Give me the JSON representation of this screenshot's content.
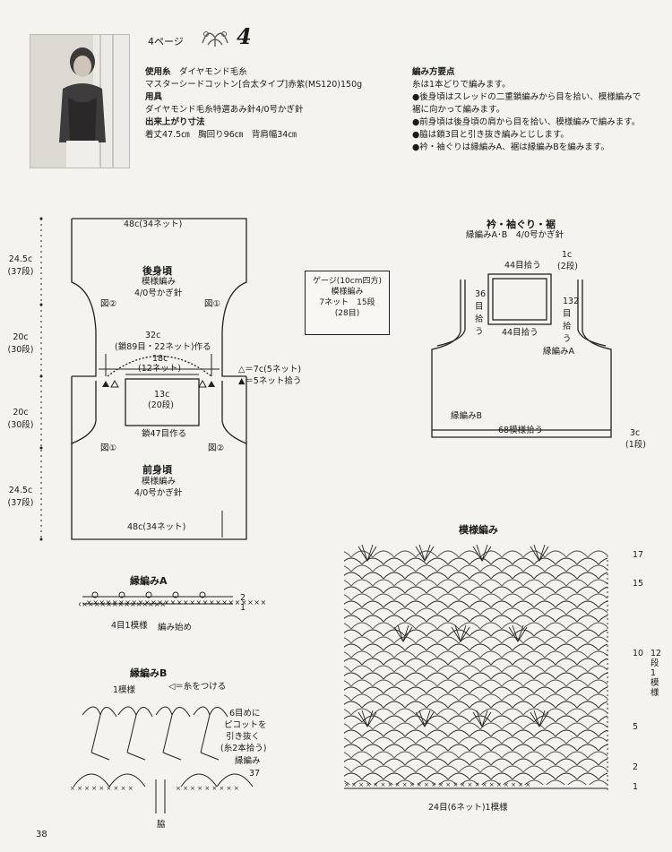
{
  "header": {
    "page_label": "4ページ",
    "pattern_number": "4"
  },
  "materials": {
    "yarn_heading": "使用糸",
    "yarn_brand": "ダイヤモンド毛糸",
    "yarn_detail": "マスターシードコットン[合太タイプ]赤紫(MS120)150g",
    "tools_heading": "用具",
    "tools_detail": "ダイヤモンド毛糸特選あみ針4/0号かぎ針",
    "size_heading": "出来上がり寸法",
    "size_detail": "着丈47.5㎝　胸回り96㎝　背肩幅34㎝"
  },
  "instructions": {
    "heading": "編み方要点",
    "lines": [
      "糸は1本どりで編みます。",
      "●後身頃はスレッドの二重鎖編みから目を拾い、模様編みで裾に向かって編みます。",
      "●前身頃は後身頃の肩から目を拾い、模様編みで編みます。",
      "●脇は鎖3目と引き抜き編みとじします。",
      "●衿・袖ぐりは縁編みA、裾は縁編みBを編みます。"
    ]
  },
  "body_diagram": {
    "top_width": "48c(34ネット)",
    "back_title": "後身頃",
    "back_stitch": "模様編み",
    "back_hook": "4/0号かぎ針",
    "fig2_left": "図②",
    "fig1_right": "図①",
    "neck_width": "32c",
    "neck_chain": "(鎖89目・22ネット)作る",
    "neck_inner": "18c",
    "neck_inner_net": "(12ネット)",
    "center_h": "13c",
    "center_rows": "(20段)",
    "chain47": "鎖47目作る",
    "fig1_left": "図①",
    "fig2_right": "図②",
    "front_title": "前身頃",
    "front_stitch": "模様編み",
    "front_hook": "4/0号かぎ針",
    "bottom_width": "48c(34ネット)",
    "dim1": "24.5c",
    "dim1_rows": "(37段)",
    "dim2": "20c",
    "dim2_rows": "(30段)",
    "dim3": "20c",
    "dim3_rows": "(30段)",
    "dim4": "24.5c",
    "dim4_rows": "(37段)",
    "legend_open": "△＝7c(5ネット)",
    "legend_filled": "▲＝5ネット拾う"
  },
  "gauge": {
    "line1": "ゲージ(10cm四方)",
    "line2": "模様編み",
    "line3": "7ネット　15段",
    "line4": "(28目)"
  },
  "edging_diagram": {
    "title": "衿・袖ぐり・裾",
    "subtitle": "縁編みA･B　4/0号かぎ針",
    "top_pick": "44目拾う",
    "side_pick_a": "36目拾う",
    "bottom_pick": "44目拾う",
    "right_1c": "1c",
    "right_rows": "(2段)",
    "right_pick": "132目拾う",
    "edging_a": "縁編みA",
    "edging_b": "縁編みB",
    "hem_pick": "68模様拾う",
    "hem_3c": "3c",
    "hem_rows": "(1段)"
  },
  "edging_a": {
    "title": "縁編みA",
    "row2": "2",
    "row1": "1",
    "repeat": "4目1模様",
    "start": "編み始め"
  },
  "edging_b": {
    "title": "縁編みB",
    "repeat": "1模様",
    "attach": "◁＝糸をつける",
    "note1": "6目めに",
    "note2": "ピコットを",
    "note3": "引き抜く",
    "note4": "(糸2本拾う)",
    "edging_a_ref": "縁編み",
    "row37": "37",
    "side": "脇"
  },
  "pattern_chart": {
    "title": "模様編み",
    "row17": "17",
    "row15": "15",
    "row10": "10",
    "row5": "5",
    "row2": "2",
    "row1": "1",
    "repeat_rows": "12段1模様",
    "repeat_width": "24目(6ネット)1模様"
  },
  "footer": {
    "page_number": "38"
  }
}
